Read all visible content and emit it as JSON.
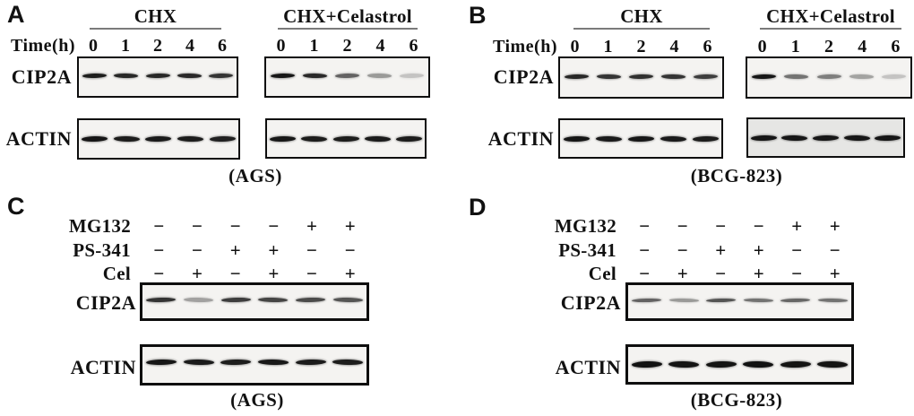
{
  "figure": {
    "description": "Western blot figure: Celastrol promotes proteasome-dependent CIP2A degradation in AGS and BCG-823 cells",
    "panels": [
      {
        "letter": "A",
        "time_label": "Time(h)",
        "groups": [
          {
            "header": "CHX",
            "time_points": [
              "0",
              "1",
              "2",
              "4",
              "6"
            ]
          },
          {
            "header": "CHX+Celastrol",
            "time_points": [
              "0",
              "1",
              "2",
              "4",
              "6"
            ]
          }
        ],
        "blot_rows": [
          {
            "label": "CIP2A",
            "band_intensities": [
              [
                0.92,
                0.88,
                0.88,
                0.87,
                0.82
              ],
              [
                0.95,
                0.87,
                0.62,
                0.38,
                0.2
              ]
            ]
          },
          {
            "label": "ACTIN",
            "band_intensities": [
              [
                0.95,
                0.92,
                0.93,
                0.92,
                0.9
              ],
              [
                0.94,
                0.92,
                0.92,
                0.93,
                0.92
              ]
            ]
          }
        ],
        "cell_line": "(AGS)"
      },
      {
        "letter": "B",
        "time_label": "Time(h)",
        "groups": [
          {
            "header": "CHX",
            "time_points": [
              "0",
              "1",
              "2",
              "4",
              "6"
            ]
          },
          {
            "header": "CHX+Celastrol",
            "time_points": [
              "0",
              "1",
              "2",
              "4",
              "6"
            ]
          }
        ],
        "blot_rows": [
          {
            "label": "CIP2A",
            "band_intensities": [
              [
                0.88,
                0.82,
                0.84,
                0.82,
                0.78
              ],
              [
                0.95,
                0.55,
                0.5,
                0.34,
                0.2
              ]
            ]
          },
          {
            "label": "ACTIN",
            "band_intensities": [
              [
                0.95,
                0.93,
                0.94,
                0.93,
                0.92
              ],
              [
                0.95,
                0.94,
                0.94,
                0.94,
                0.95
              ]
            ]
          }
        ],
        "cell_line": "(BCG-823)"
      },
      {
        "letter": "C",
        "treatments": [
          {
            "label": "MG132",
            "signs": [
              "−",
              "−",
              "−",
              "−",
              "+",
              "+"
            ]
          },
          {
            "label": "PS-341",
            "signs": [
              "−",
              "−",
              "+",
              "+",
              "−",
              "−"
            ]
          },
          {
            "label": "Cel",
            "signs": [
              "−",
              "+",
              "−",
              "+",
              "−",
              "+"
            ]
          }
        ],
        "blot_rows": [
          {
            "label": "CIP2A",
            "band_intensities": [
              [
                0.82,
                0.35,
                0.78,
                0.75,
                0.72,
                0.68
              ]
            ]
          },
          {
            "label": "ACTIN",
            "band_intensities": [
              [
                0.95,
                0.93,
                0.92,
                0.94,
                0.93,
                0.92
              ]
            ]
          }
        ],
        "cell_line": "(AGS)"
      },
      {
        "letter": "D",
        "treatments": [
          {
            "label": "MG132",
            "signs": [
              "−",
              "−",
              "−",
              "−",
              "+",
              "+"
            ]
          },
          {
            "label": "PS-341",
            "signs": [
              "−",
              "−",
              "+",
              "+",
              "−",
              "−"
            ]
          },
          {
            "label": "Cel",
            "signs": [
              "−",
              "+",
              "−",
              "+",
              "−",
              "+"
            ]
          }
        ],
        "blot_rows": [
          {
            "label": "CIP2A",
            "band_intensities": [
              [
                0.62,
                0.38,
                0.68,
                0.55,
                0.6,
                0.55
              ]
            ]
          },
          {
            "label": "ACTIN",
            "band_intensities": [
              [
                0.97,
                0.96,
                0.96,
                0.97,
                0.96,
                0.96
              ]
            ]
          }
        ],
        "cell_line": "(BCG-823)"
      }
    ]
  }
}
